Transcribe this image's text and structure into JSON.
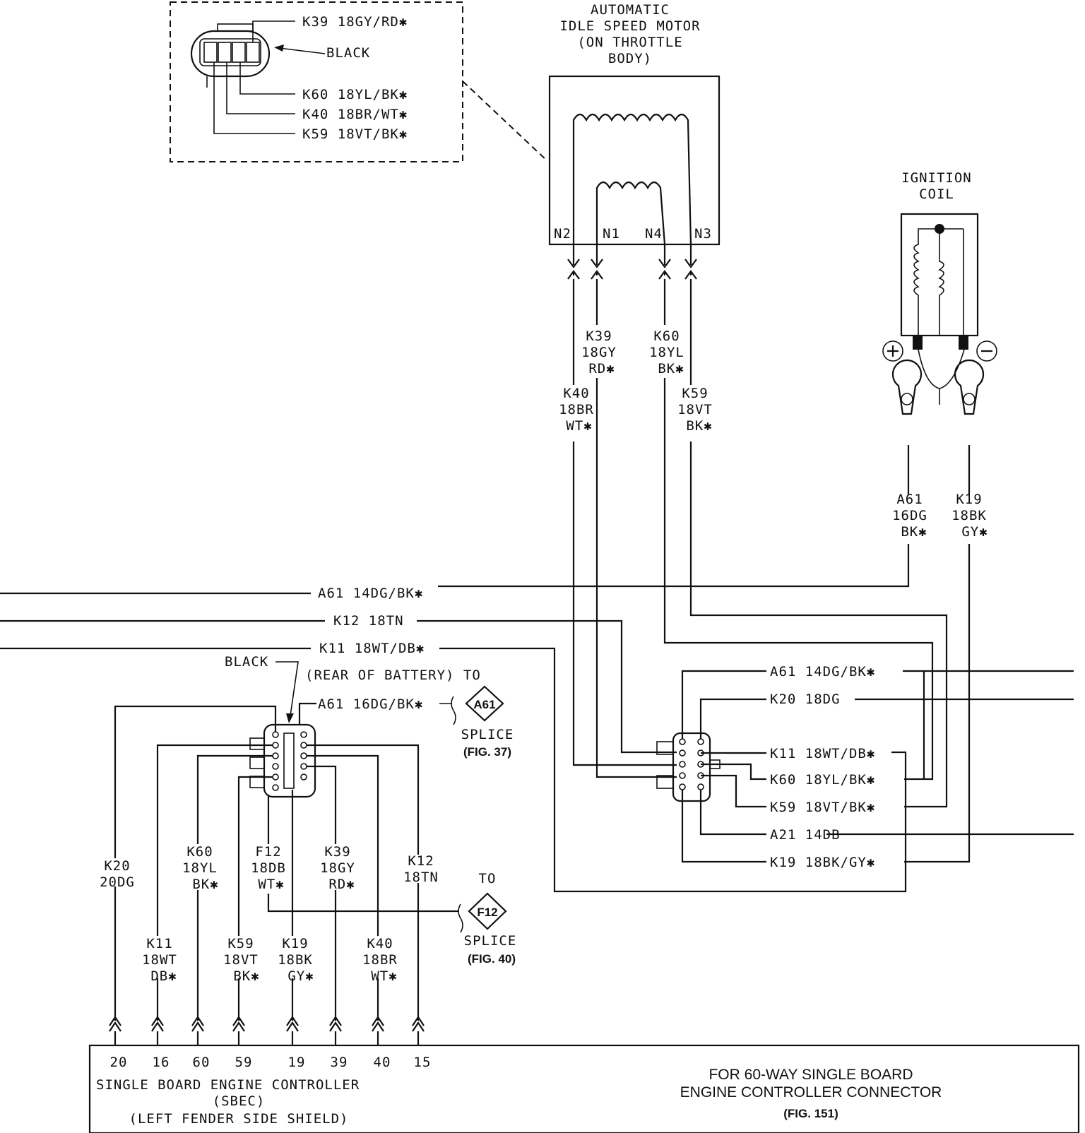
{
  "components": {
    "idle_motor": {
      "title": [
        "AUTOMATIC",
        "IDLE SPEED MOTOR",
        "(ON THROTTLE",
        "BODY)"
      ],
      "pins": [
        "N2",
        "N1",
        "N4",
        "N3"
      ]
    },
    "ignition_coil": {
      "title": [
        "IGNITION",
        "COIL"
      ]
    },
    "inset_connector": {
      "color": "BLACK",
      "wires": [
        "K39 18GY/RD✱",
        "K60 18YL/BK✱",
        "K40 18BR/WT✱",
        "K59 18VT/BK✱"
      ]
    },
    "battery_connector": {
      "color": "BLACK",
      "location": "(REAR OF BATTERY) TO"
    },
    "sbec": {
      "title": [
        "SINGLE BOARD ENGINE CONTROLLER",
        "(SBEC)",
        "(LEFT FENDER SIDE SHIELD)"
      ],
      "pins": [
        "20",
        "16",
        "60",
        "59",
        "19",
        "39",
        "40",
        "15"
      ],
      "note": [
        "FOR 60-WAY SINGLE BOARD",
        "ENGINE CONTROLLER CONNECTOR",
        "(FIG. 151)"
      ]
    }
  },
  "wire_labels": {
    "motor_k39": [
      "K39",
      "18GY",
      "RD✱"
    ],
    "motor_k60": [
      "K60",
      "18YL",
      "BK✱"
    ],
    "motor_k40": [
      "K40",
      "18BR",
      "WT✱"
    ],
    "motor_k59": [
      "K59",
      "18VT",
      "BK✱"
    ],
    "coil_a61": [
      "A61",
      "16DG",
      "BK✱"
    ],
    "coil_k19": [
      "K19",
      "18BK",
      "GY✱"
    ],
    "bus_a61": "A61 14DG/BK✱",
    "bus_k12": "K12 18TN",
    "bus_k11": "K11 18WT/DB✱",
    "battery_a61": "A61 16DG/BK✱",
    "sbec_k20": [
      "K20",
      "20DG"
    ],
    "sbec_k60": [
      "K60",
      "18YL",
      "BK✱"
    ],
    "sbec_f12": [
      "F12",
      "18DB",
      "WT✱"
    ],
    "sbec_k39": [
      "K39",
      "18GY",
      "RD✱"
    ],
    "sbec_k12": [
      "K12",
      "18TN"
    ],
    "sbec_k11": [
      "K11",
      "18WT",
      "DB✱"
    ],
    "sbec_k59": [
      "K59",
      "18VT",
      "BK✱"
    ],
    "sbec_k19": [
      "K19",
      "18BK",
      "GY✱"
    ],
    "sbec_k40": [
      "K40",
      "18BR",
      "WT✱"
    ],
    "right_conn": [
      "A61 14DG/BK✱",
      "K20 18DG",
      "K11 18WT/DB✱",
      "K60 18YL/BK✱",
      "K59 18VT/BK✱",
      "A21 14DB",
      "K19 18BK/GY✱"
    ]
  },
  "splices": {
    "a61": {
      "to": "",
      "id": "A61",
      "label": "SPLICE",
      "fig": "(FIG. 37)"
    },
    "f12": {
      "to": "TO",
      "id": "F12",
      "label": "SPLICE",
      "fig": "(FIG. 40)"
    }
  }
}
